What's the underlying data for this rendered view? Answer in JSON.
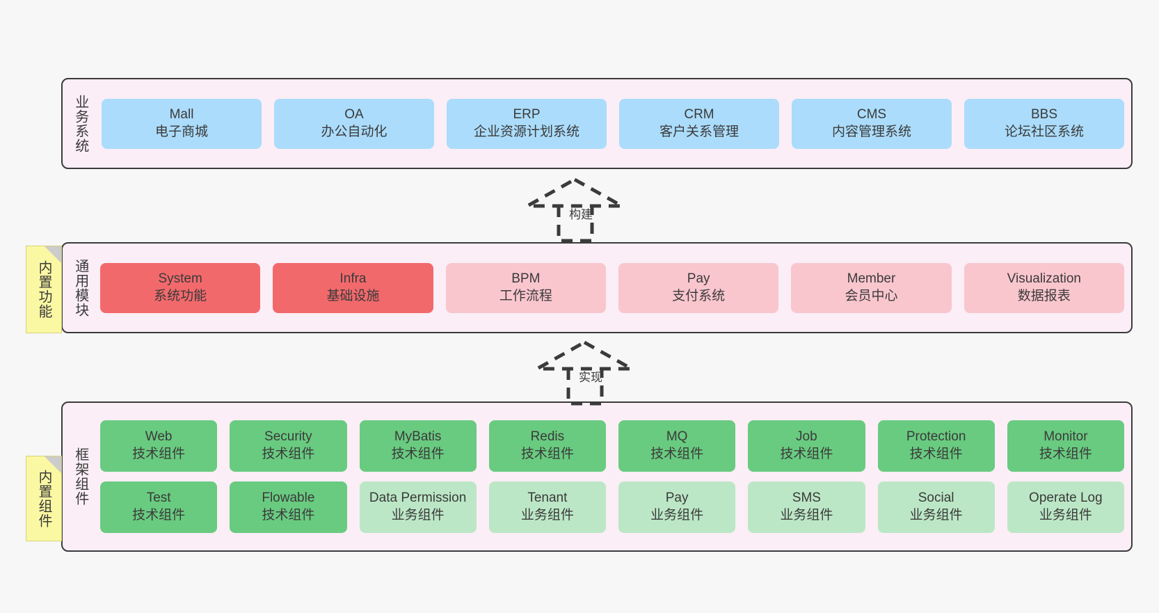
{
  "diagram": {
    "background_color": "#f7f7f7",
    "layers": [
      {
        "id": "business",
        "title": "业务系统",
        "accent": "#abdcfb",
        "rows": [
          {
            "cells": [
              {
                "en": "Mall",
                "cn": "电子商城",
                "style": "c-blue"
              },
              {
                "en": "OA",
                "cn": "办公自动化",
                "style": "c-blue"
              },
              {
                "en": "ERP",
                "cn": "企业资源计划系统",
                "style": "c-blue"
              },
              {
                "en": "CRM",
                "cn": "客户关系管理",
                "style": "c-blue"
              },
              {
                "en": "CMS",
                "cn": "内容管理系统",
                "style": "c-blue"
              },
              {
                "en": "BBS",
                "cn": "论坛社区系统",
                "style": "c-blue"
              }
            ]
          }
        ]
      },
      {
        "id": "modules",
        "title": "通用模块",
        "accent": "#f2696c",
        "note": "内置功能",
        "rows": [
          {
            "cells": [
              {
                "en": "System",
                "cn": "系统功能",
                "style": "c-red"
              },
              {
                "en": "Infra",
                "cn": "基础设施",
                "style": "c-red"
              },
              {
                "en": "BPM",
                "cn": "工作流程",
                "style": "c-pink"
              },
              {
                "en": "Pay",
                "cn": "支付系统",
                "style": "c-pink"
              },
              {
                "en": "Member",
                "cn": "会员中心",
                "style": "c-pink"
              },
              {
                "en": "Visualization",
                "cn": "数据报表",
                "style": "c-pink"
              }
            ]
          }
        ]
      },
      {
        "id": "framework",
        "title": "框架组件",
        "accent": "#69cb80",
        "note": "内置组件",
        "rows": [
          {
            "cells": [
              {
                "en": "Web",
                "cn": "技术组件",
                "style": "c-green"
              },
              {
                "en": "Security",
                "cn": "技术组件",
                "style": "c-green"
              },
              {
                "en": "MyBatis",
                "cn": "技术组件",
                "style": "c-green"
              },
              {
                "en": "Redis",
                "cn": "技术组件",
                "style": "c-green"
              },
              {
                "en": "MQ",
                "cn": "技术组件",
                "style": "c-green"
              },
              {
                "en": "Job",
                "cn": "技术组件",
                "style": "c-green"
              },
              {
                "en": "Protection",
                "cn": "技术组件",
                "style": "c-green"
              },
              {
                "en": "Monitor",
                "cn": "技术组件",
                "style": "c-green"
              }
            ]
          },
          {
            "cells": [
              {
                "en": "Test",
                "cn": "技术组件",
                "style": "c-green"
              },
              {
                "en": "Flowable",
                "cn": "技术组件",
                "style": "c-green"
              },
              {
                "en": "Data Permission",
                "cn": "业务组件",
                "style": "c-greenlight"
              },
              {
                "en": "Tenant",
                "cn": "业务组件",
                "style": "c-greenlight"
              },
              {
                "en": "Pay",
                "cn": "业务组件",
                "style": "c-greenlight"
              },
              {
                "en": "SMS",
                "cn": "业务组件",
                "style": "c-greenlight"
              },
              {
                "en": "Social",
                "cn": "业务组件",
                "style": "c-greenlight"
              },
              {
                "en": "Operate Log",
                "cn": "业务组件",
                "style": "c-greenlight"
              }
            ]
          }
        ]
      }
    ],
    "notes": [
      {
        "id": "note-modules",
        "label": "内置功能",
        "color": "#fbf8a3"
      },
      {
        "id": "note-framework",
        "label": "内置组件",
        "color": "#fbf8a3"
      }
    ],
    "arrows": [
      {
        "id": "arrow-build",
        "label": "构建",
        "style": "dashed-hollow-triangle",
        "direction": "up"
      },
      {
        "id": "arrow-impl",
        "label": "实现",
        "style": "dashed-hollow-triangle",
        "direction": "up"
      }
    ]
  }
}
